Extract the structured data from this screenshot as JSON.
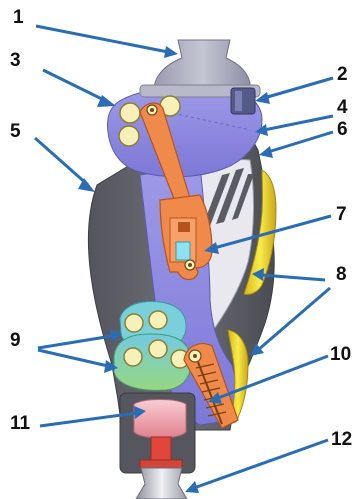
{
  "callouts": {
    "c1": "1",
    "c2": "2",
    "c3": "3",
    "c4": "4",
    "c5": "5",
    "c6": "6",
    "c7": "7",
    "c8": "8",
    "c9": "9",
    "c10": "10",
    "c11": "11",
    "c12": "12"
  },
  "colors": {
    "leader": "#2a6db5",
    "shell": "#5d5e66",
    "knee_housing": "#8a86dd",
    "linkage": "#f08a4a",
    "spring": "#f6c56f",
    "yellow_pad": "#f1e23e",
    "cyan_block": "#79d0da",
    "green_block": "#8ad089",
    "pink_cushion": "#f2a7b2",
    "red_adapter": "#e0463c"
  }
}
